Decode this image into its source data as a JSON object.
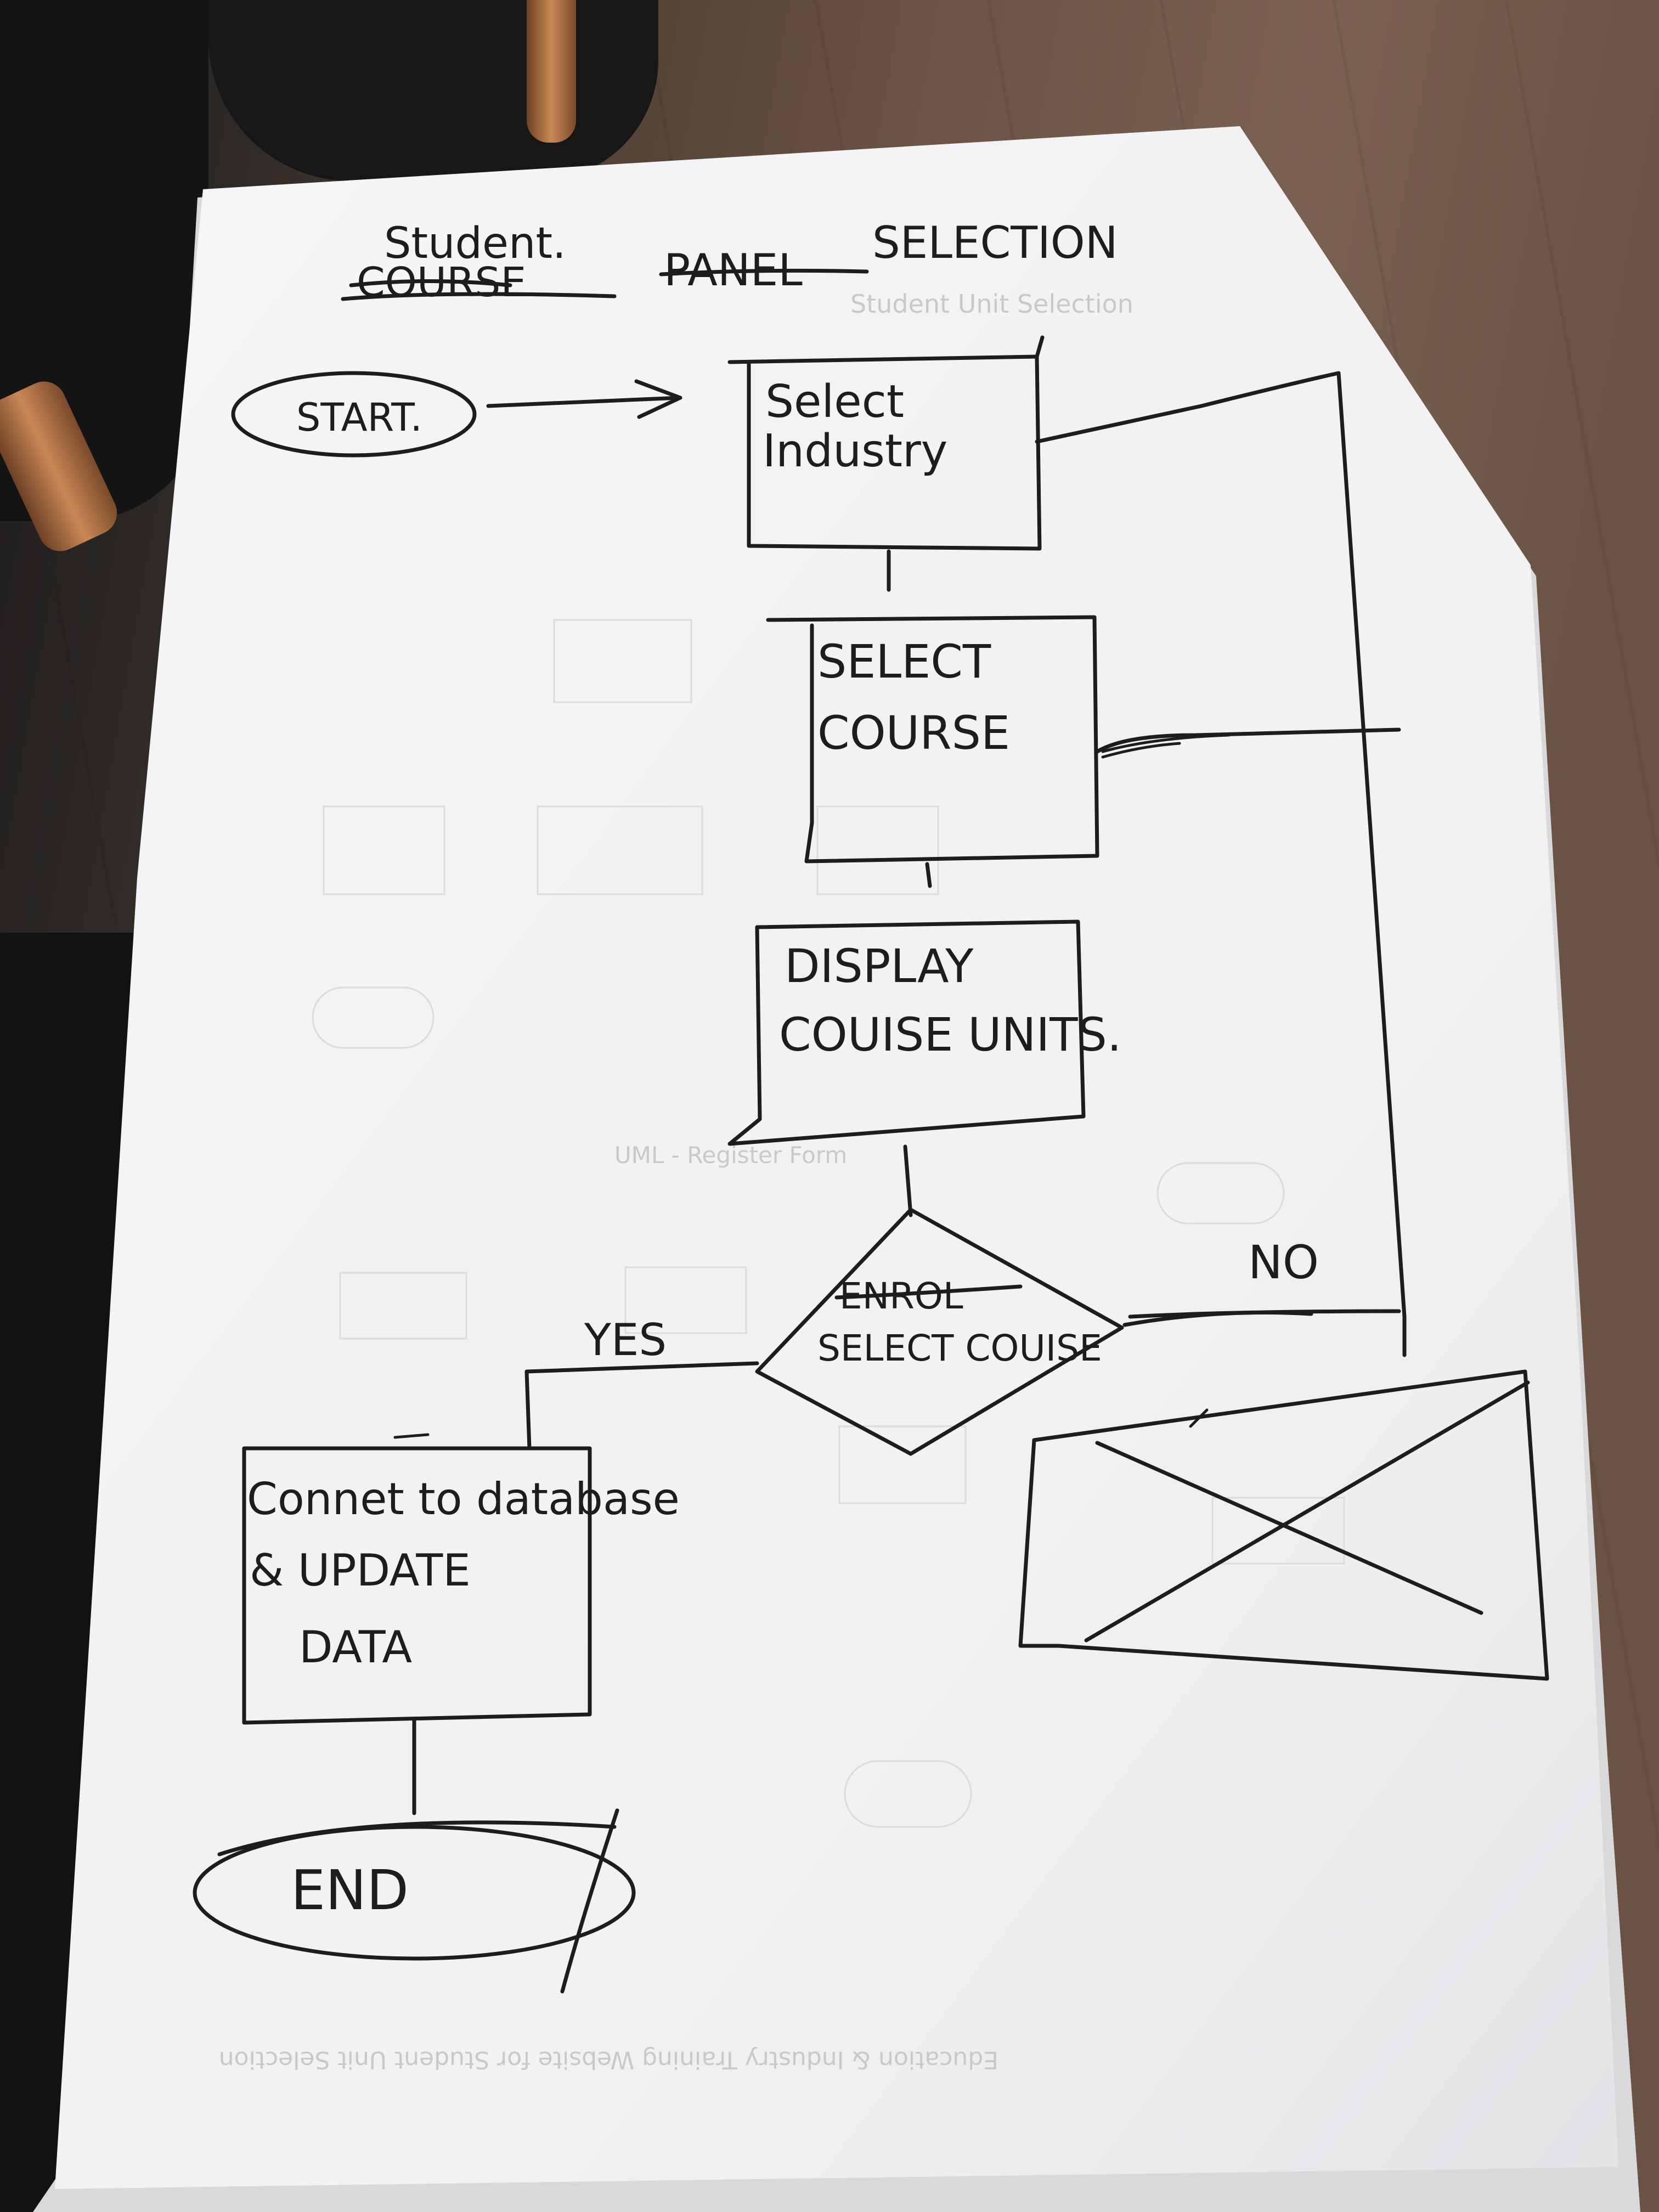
{
  "title": {
    "word_student": "Student.",
    "word_course_struck": "COURSE",
    "word_panel_struck": "PANEL",
    "word_selection": "SELECTION"
  },
  "nodes": {
    "start": "START.",
    "select_industry_line1": "Select",
    "select_industry_line2": "Industry",
    "select_course_line1": "SELECT",
    "select_course_line2": "COURSE",
    "display_units_line1": "DISPLAY",
    "display_units_line2": "COUISE UNITS.",
    "decision_line1_struck": "ENROL",
    "decision_line2": "SELECT COUISE",
    "connect_line1": "Connet to database",
    "connect_line2": "& UPDATE",
    "connect_line3": "DATA",
    "end": "END"
  },
  "edges": {
    "yes_label": "YES",
    "no_label": "NO"
  },
  "bleed_through": {
    "footer_mirrored": "Education & Industry Training Website for Student Unit Selection",
    "top_right": "Student Unit Selection",
    "middle": "UML - Register Form"
  }
}
